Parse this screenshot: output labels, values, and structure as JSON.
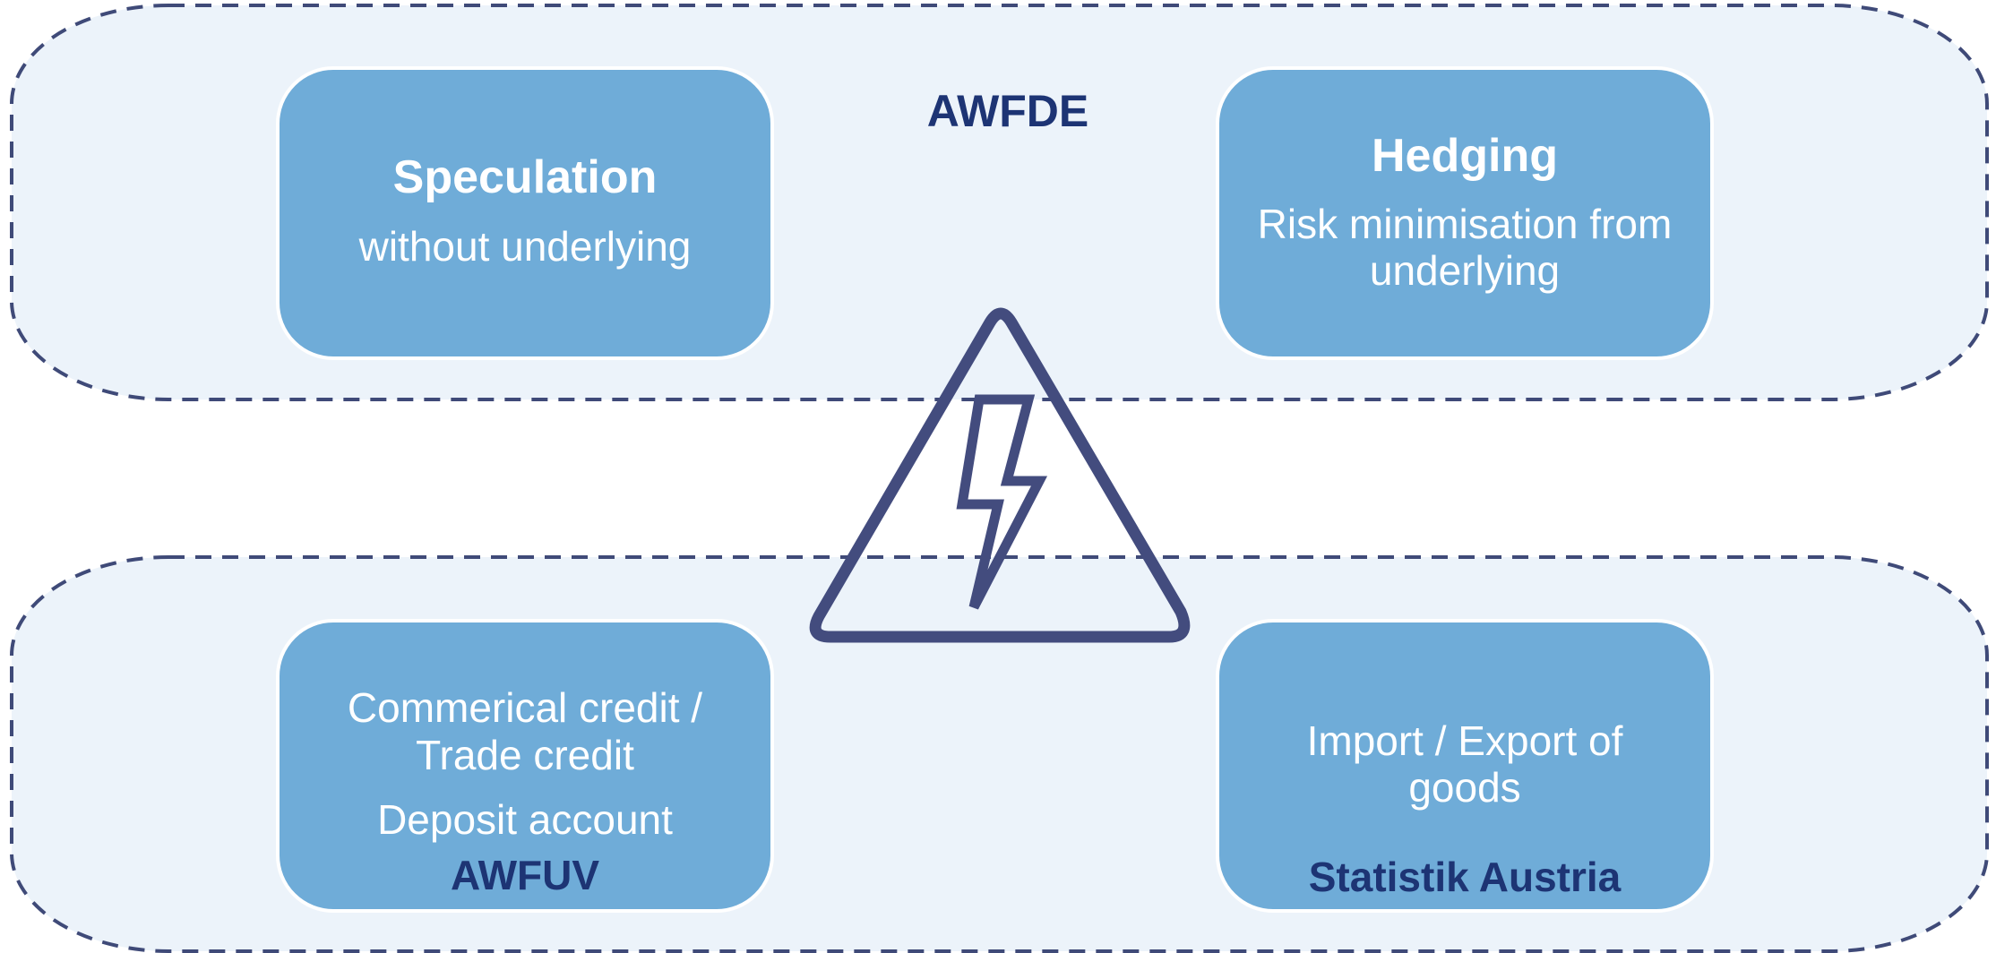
{
  "colors": {
    "panel_fill": "#ecf3fa",
    "panel_border": "#3f4a78",
    "box_fill": "#6facd8",
    "box_border": "#ffffff",
    "box_text": "#ffffff",
    "label_text": "#1d3474",
    "warning_stroke": "#434c7e"
  },
  "top_panel": {
    "label": "AWFDE",
    "left_box": {
      "title": "Speculation",
      "subtitle": "without underlying"
    },
    "right_box": {
      "title": "Hedging",
      "line1": "Risk minimisation from",
      "line2": "underlying"
    }
  },
  "bottom_panel": {
    "left_box": {
      "line1": "Commerical credit /",
      "line2": "Trade credit",
      "line3": "Deposit account",
      "source": "AWFUV"
    },
    "right_box": {
      "line1": "Import / Export of",
      "line2": "goods",
      "source": "Statistik Austria"
    }
  },
  "center": {
    "icon": "high-voltage-warning-icon"
  }
}
